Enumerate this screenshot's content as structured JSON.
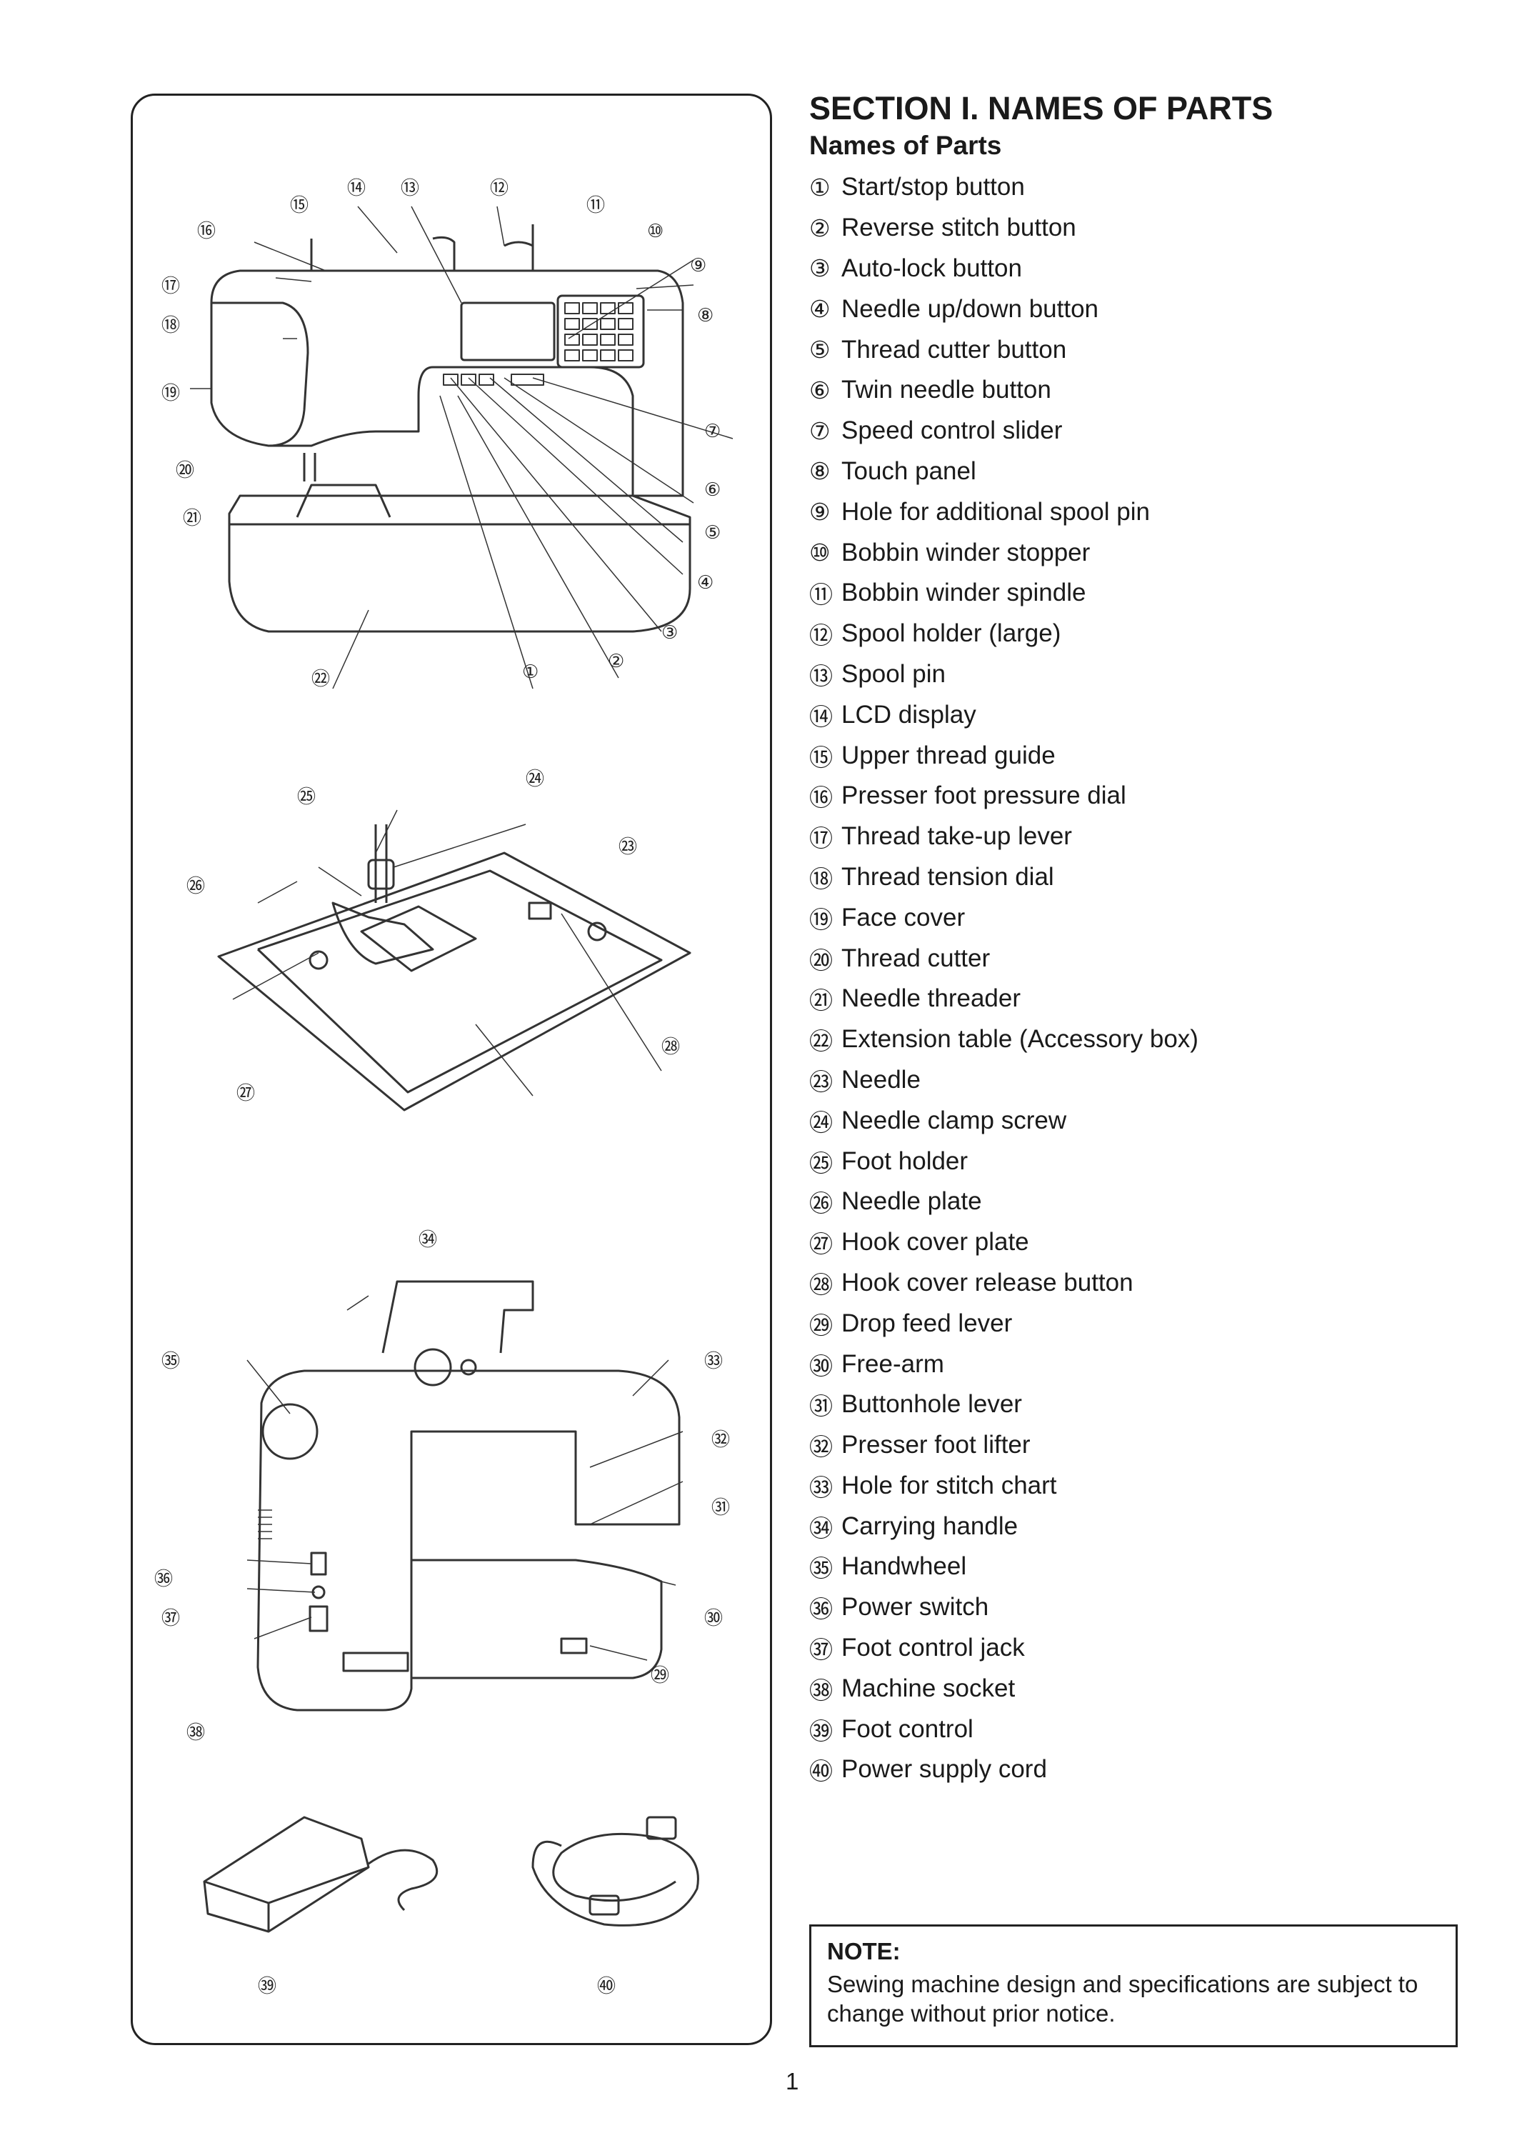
{
  "section_title": "SECTION I. NAMES OF PARTS",
  "subtitle": "Names of Parts",
  "parts": [
    {
      "num": "①",
      "label": "Start/stop button"
    },
    {
      "num": "②",
      "label": "Reverse stitch button"
    },
    {
      "num": "③",
      "label": "Auto-lock button"
    },
    {
      "num": "④",
      "label": "Needle up/down button"
    },
    {
      "num": "⑤",
      "label": "Thread cutter button"
    },
    {
      "num": "⑥",
      "label": "Twin needle button"
    },
    {
      "num": "⑦",
      "label": "Speed control slider"
    },
    {
      "num": "⑧",
      "label": "Touch panel"
    },
    {
      "num": "⑨",
      "label": "Hole for additional spool pin"
    },
    {
      "num": "⑩",
      "label": "Bobbin winder stopper"
    },
    {
      "num": "⑪",
      "label": "Bobbin winder spindle"
    },
    {
      "num": "⑫",
      "label": "Spool holder (large)"
    },
    {
      "num": "⑬",
      "label": "Spool pin"
    },
    {
      "num": "⑭",
      "label": "LCD display"
    },
    {
      "num": "⑮",
      "label": "Upper thread guide"
    },
    {
      "num": "⑯",
      "label": "Presser foot pressure dial"
    },
    {
      "num": "⑰",
      "label": "Thread take-up lever"
    },
    {
      "num": "⑱",
      "label": "Thread tension dial"
    },
    {
      "num": "⑲",
      "label": "Face cover"
    },
    {
      "num": "⑳",
      "label": "Thread cutter"
    },
    {
      "num": "㉑",
      "label": "Needle threader"
    },
    {
      "num": "㉒",
      "label": "Extension table (Accessory box)"
    },
    {
      "num": "㉓",
      "label": "Needle"
    },
    {
      "num": "㉔",
      "label": "Needle clamp screw"
    },
    {
      "num": "㉕",
      "label": "Foot holder"
    },
    {
      "num": "㉖",
      "label": "Needle plate"
    },
    {
      "num": "㉗",
      "label": "Hook cover plate"
    },
    {
      "num": "㉘",
      "label": "Hook cover release button"
    },
    {
      "num": "㉙",
      "label": "Drop feed lever"
    },
    {
      "num": "㉚",
      "label": "Free-arm"
    },
    {
      "num": "㉛",
      "label": "Buttonhole lever"
    },
    {
      "num": "㉜",
      "label": "Presser foot lifter"
    },
    {
      "num": "㉝",
      "label": "Hole for stitch chart"
    },
    {
      "num": "㉞",
      "label": "Carrying handle"
    },
    {
      "num": "㉟",
      "label": "Handwheel"
    },
    {
      "num": "㊱",
      "label": "Power switch"
    },
    {
      "num": "㊲",
      "label": "Foot control jack"
    },
    {
      "num": "㊳",
      "label": "Machine socket"
    },
    {
      "num": "㊴",
      "label": "Foot control"
    },
    {
      "num": "㊵",
      "label": "Power supply cord"
    }
  ],
  "note": {
    "title": "NOTE:",
    "text": "Sewing machine design and specifications are subject to change without prior notice."
  },
  "page_number": "1"
}
